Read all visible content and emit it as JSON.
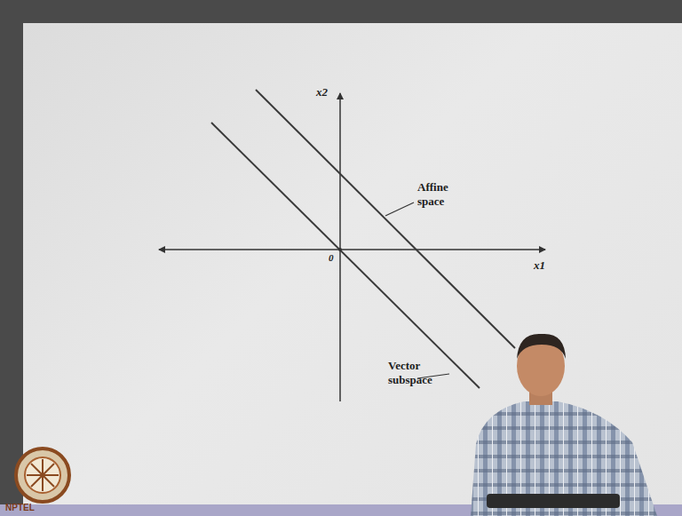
{
  "diagram": {
    "labels": [
      "x2",
      "Affine space",
      "0",
      "x1",
      "Vector subspace",
      "NPTEL"
    ]
  }
}
